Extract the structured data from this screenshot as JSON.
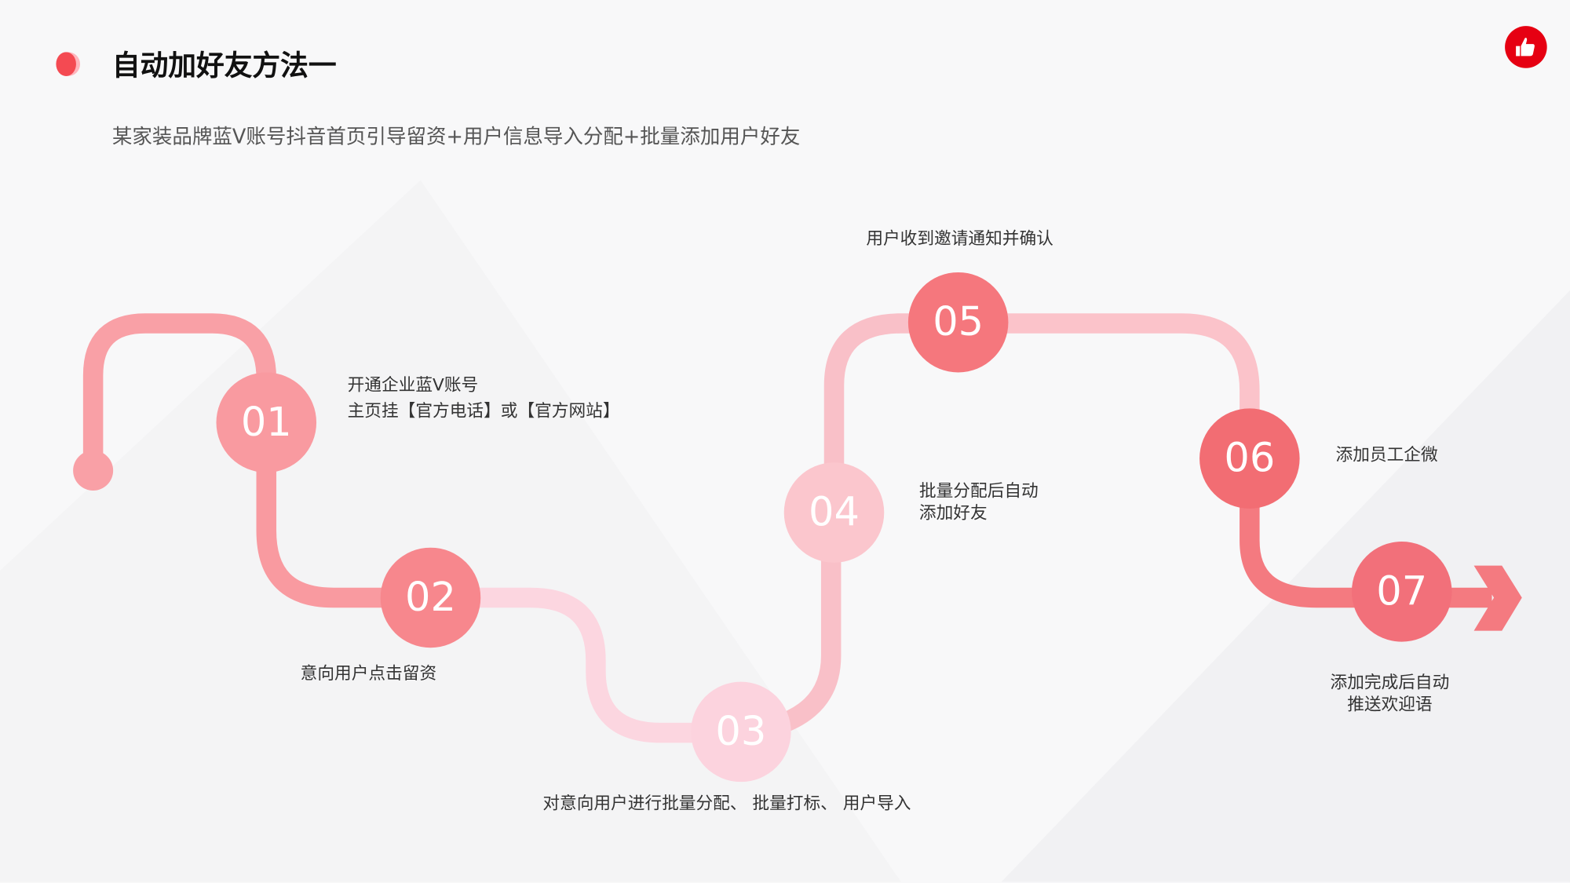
{
  "header": {
    "title": "自动加好友方法一",
    "subtitle": "某家装品牌蓝V账号抖音首页引导留资+用户信息导入分配+批量添加用户好友"
  },
  "icons": {
    "like": "thumbs-up-icon",
    "accent": "#e60012"
  },
  "steps": [
    {
      "num": "01",
      "lines": [
        "开通企业蓝V账号",
        "主页挂【官方电话】或【官方网站】"
      ],
      "color": "#f99aa0"
    },
    {
      "num": "02",
      "lines": [
        "意向用户点击留资"
      ],
      "color": "#f7878d"
    },
    {
      "num": "03",
      "lines": [
        "对意向用户进行批量分配、 批量打标、 用户导入"
      ],
      "color": "#fcd3de"
    },
    {
      "num": "04",
      "lines": [
        "批量分配后自动",
        "添加好友"
      ],
      "color": "#fbc6cd"
    },
    {
      "num": "05",
      "lines": [
        "用户收到邀请通知并确认"
      ],
      "color": "#f5777d"
    },
    {
      "num": "06",
      "lines": [
        "添加员工企微"
      ],
      "color": "#f26d73"
    },
    {
      "num": "07",
      "lines": [
        "添加完成后自动",
        "推送欢迎语"
      ],
      "color": "#f2707a"
    }
  ]
}
